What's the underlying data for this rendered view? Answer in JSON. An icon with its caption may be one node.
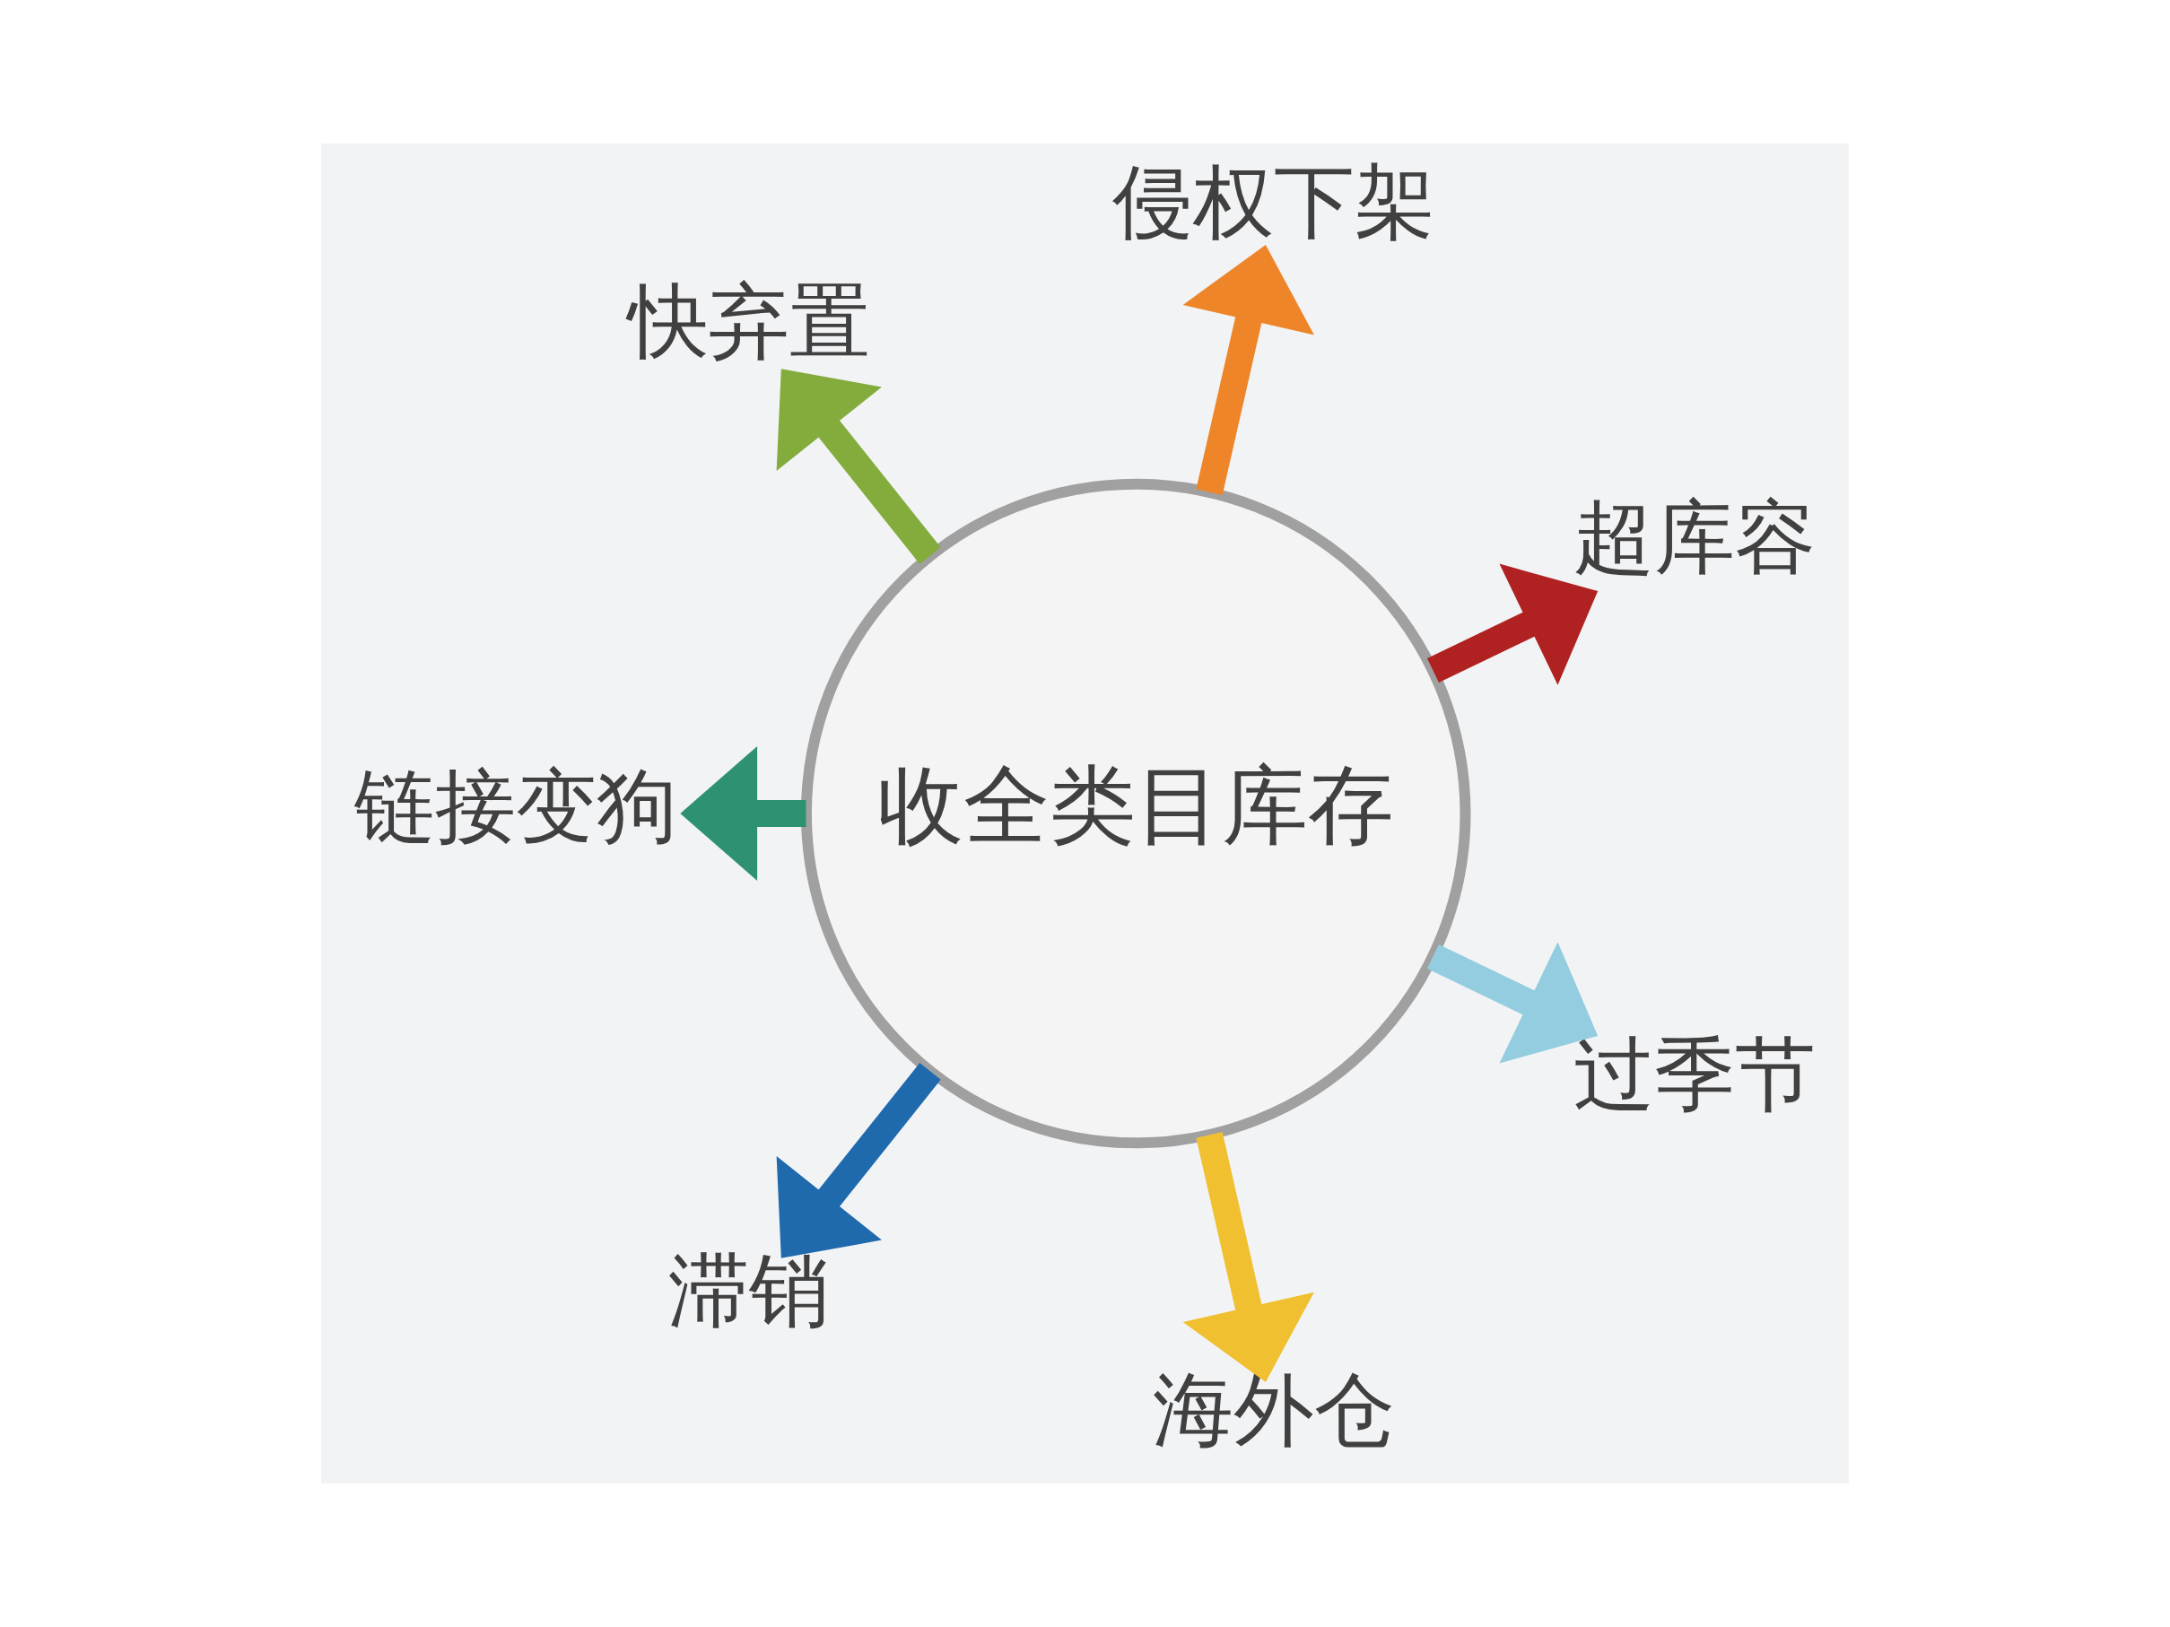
{
  "diagram": {
    "nodes": [
      {
        "text": [
          "收全类目库存"
        ]
      },
      {
        "text": [
          "快弃置"
        ]
      },
      {
        "text": [
          "链接变狗"
        ]
      },
      {
        "text": [
          "侵权下架"
        ]
      },
      {
        "text": [
          "滞销"
        ]
      },
      {
        "text": [
          "超库容"
        ]
      },
      {
        "text": [
          "海外仓"
        ]
      },
      {
        "text": [
          "过季节"
        ]
      }
    ],
    "edges": [
      {
        "from": 0,
        "to": 1,
        "arrow": "to",
        "color": "#84ac3c"
      },
      {
        "from": 0,
        "to": 2,
        "arrow": "to",
        "color": "#2e9272"
      },
      {
        "from": 0,
        "to": 3,
        "arrow": "to",
        "color": "#ee8528"
      },
      {
        "from": 0,
        "to": 4,
        "arrow": "to",
        "color": "#1f6aad"
      },
      {
        "from": 0,
        "to": 5,
        "arrow": "to",
        "color": "#b02222"
      },
      {
        "from": 0,
        "to": 6,
        "arrow": "to",
        "color": "#f0c030"
      },
      {
        "from": 0,
        "to": 7,
        "arrow": "to",
        "color": "#94cde0"
      }
    ]
  }
}
